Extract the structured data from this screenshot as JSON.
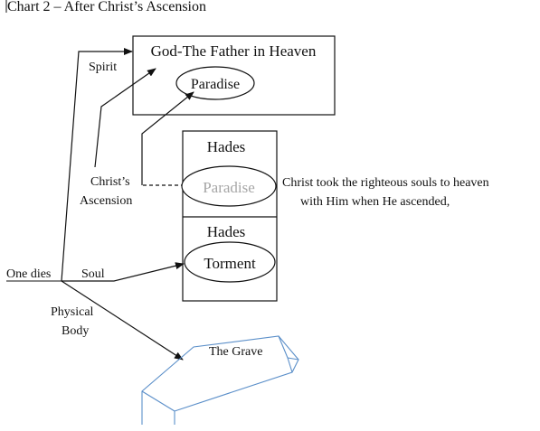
{
  "title": "Chart 2 – After Christ’s Ascension",
  "labels": {
    "heaven": "God-The Father in Heaven",
    "paradise_heaven": "Paradise",
    "spirit": "Spirit",
    "ascension_line1": "Christ’s",
    "ascension_line2": "Ascension",
    "hades_top": "Hades",
    "paradise_hades": "Paradise",
    "hades_bottom": "Hades",
    "torment": "Torment",
    "note_line1": "Christ took the righteous  souls to heaven",
    "note_line2": "with Him when He ascended,",
    "one_dies": "One dies",
    "soul": "Soul",
    "physical_line1": "Physical",
    "physical_line2": "Body",
    "grave": "The Grave"
  },
  "colors": {
    "ink": "#111111",
    "faded_text": "#a6a6a6",
    "grave_outline": "#5b8fc9"
  }
}
